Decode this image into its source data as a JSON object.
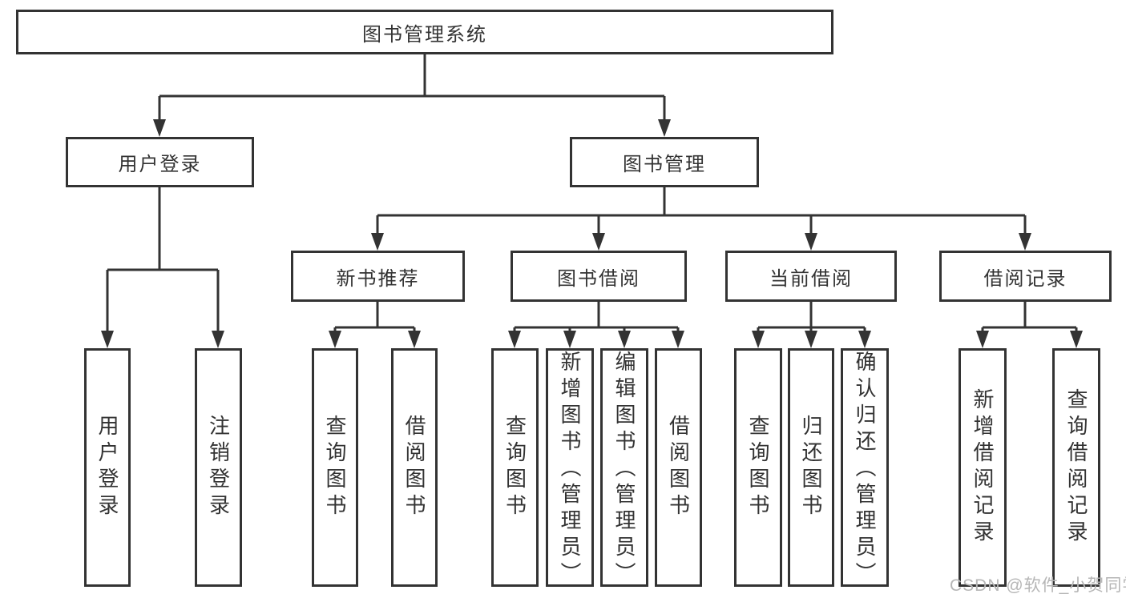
{
  "tree": {
    "label": "图书管理系统",
    "children": [
      {
        "label": "用户登录",
        "children": [
          {
            "label": "用户登录"
          },
          {
            "label": "注销登录"
          }
        ]
      },
      {
        "label": "图书管理",
        "children": [
          {
            "label": "新书推荐",
            "children": [
              {
                "label": "查询图书"
              },
              {
                "label": "借阅图书"
              }
            ]
          },
          {
            "label": "图书借阅",
            "children": [
              {
                "label": "查询图书"
              },
              {
                "label": "新增图书（管理员）"
              },
              {
                "label": "编辑图书（管理员）"
              },
              {
                "label": "借阅图书"
              }
            ]
          },
          {
            "label": "当前借阅",
            "children": [
              {
                "label": "查询图书"
              },
              {
                "label": "归还图书"
              },
              {
                "label": "确认归还（管理员）"
              }
            ]
          },
          {
            "label": "借阅记录",
            "children": [
              {
                "label": "新增借阅记录"
              },
              {
                "label": "查询借阅记录"
              }
            ]
          }
        ]
      }
    ]
  },
  "watermark": {
    "text": "CSDN @软件_小贺同学"
  },
  "colors": {
    "line": "#333333",
    "box_border": "#333333",
    "watermark": "#b6b6b6",
    "background": "#ffffff"
  }
}
